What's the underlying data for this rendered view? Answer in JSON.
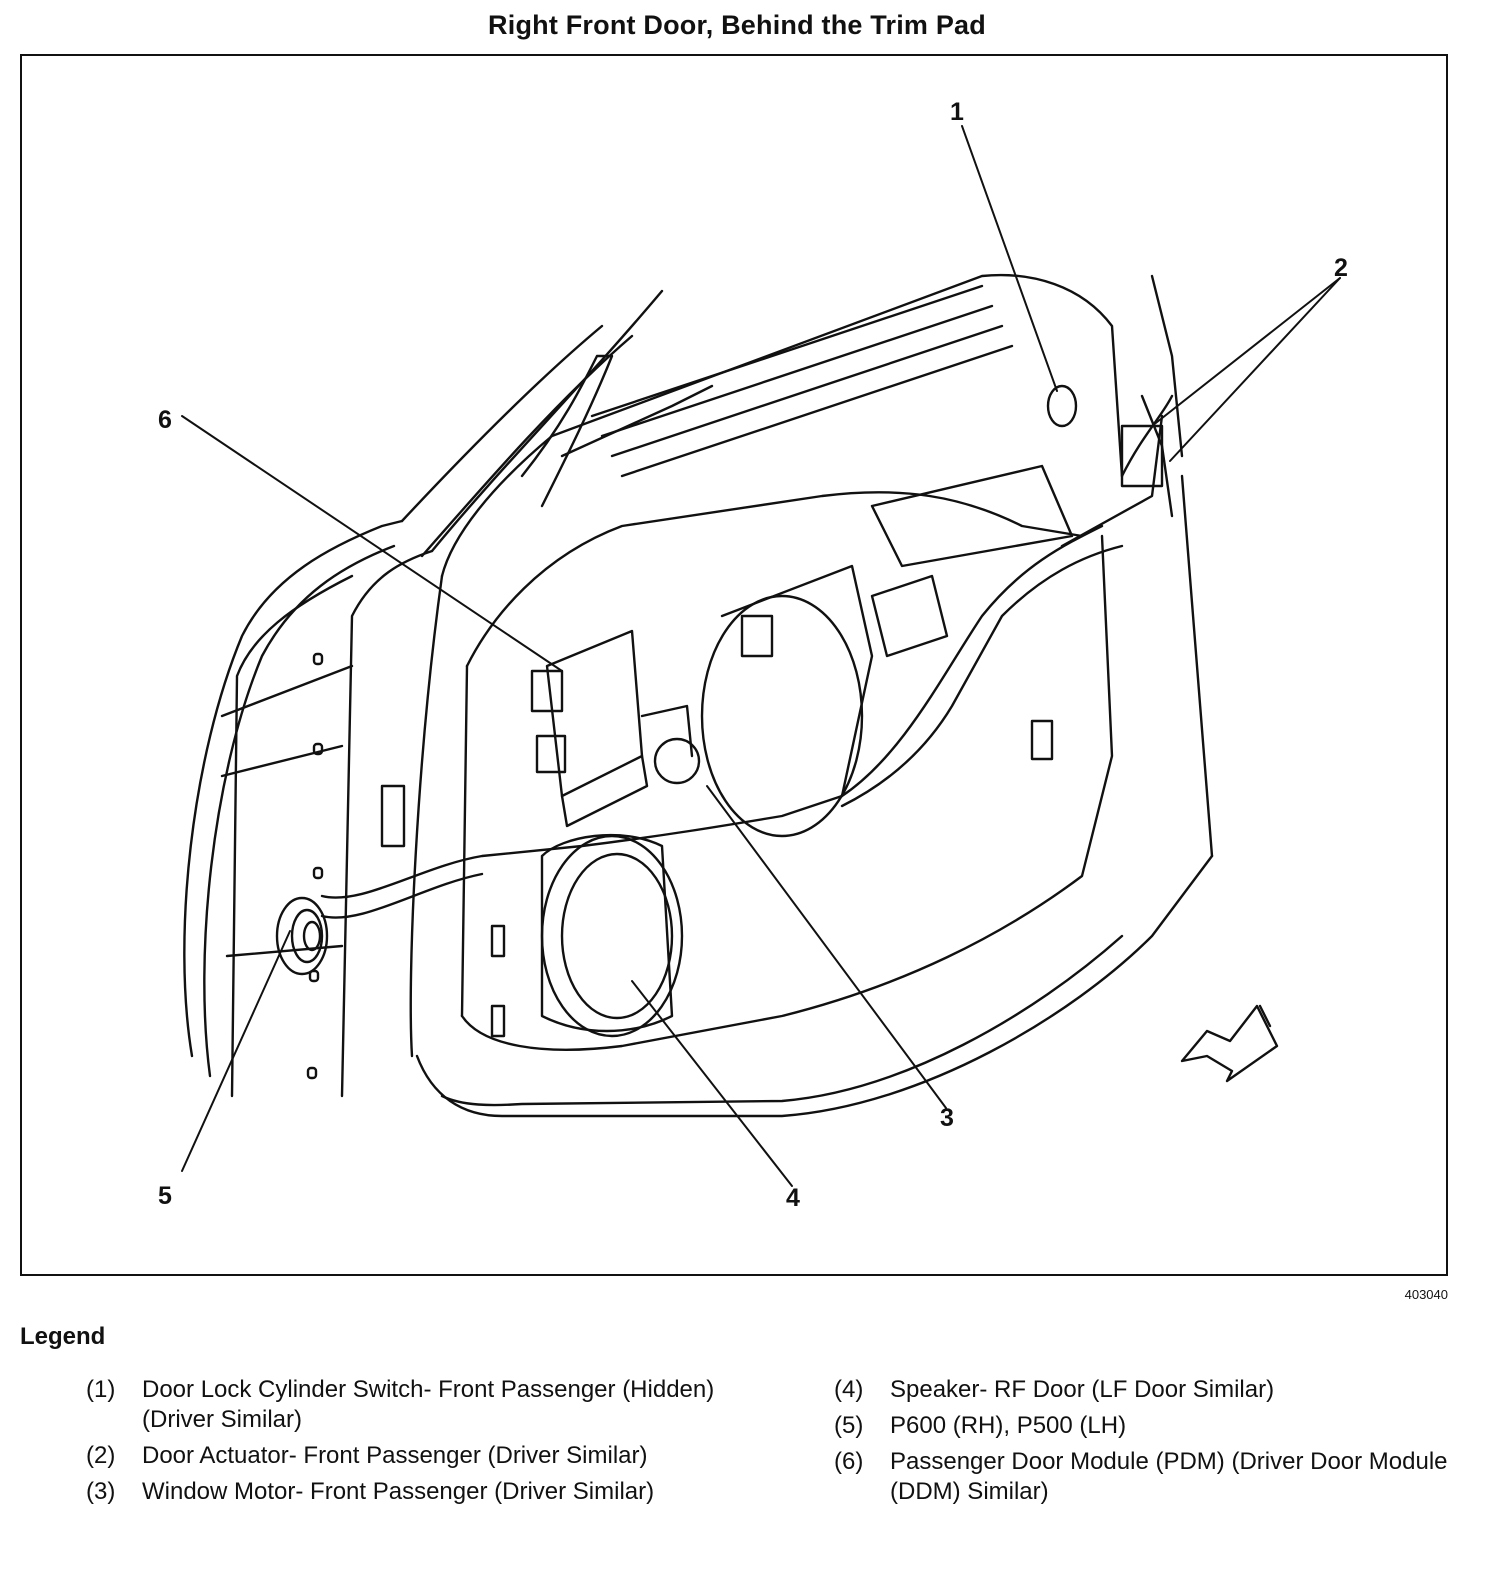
{
  "title": "Right Front Door, Behind the Trim Pad",
  "figure_id": "403040",
  "callouts": [
    "1",
    "2",
    "3",
    "4",
    "5",
    "6"
  ],
  "legend": {
    "heading": "Legend",
    "left_items": [
      {
        "num": "(1)",
        "text": "Door Lock Cylinder Switch- Front Passenger (Hidden) (Driver Similar)"
      },
      {
        "num": "(2)",
        "text": "Door Actuator- Front Passenger (Driver Similar)"
      },
      {
        "num": "(3)",
        "text": "Window Motor- Front Passenger (Driver Similar)"
      }
    ],
    "right_items": [
      {
        "num": "(4)",
        "text": "Speaker- RF Door (LF Door Similar)"
      },
      {
        "num": "(5)",
        "text": "P600 (RH), P500 (LH)"
      },
      {
        "num": "(6)",
        "text": "Passenger Door Module (PDM) (Driver Door Module (DDM) Similar)"
      }
    ]
  }
}
